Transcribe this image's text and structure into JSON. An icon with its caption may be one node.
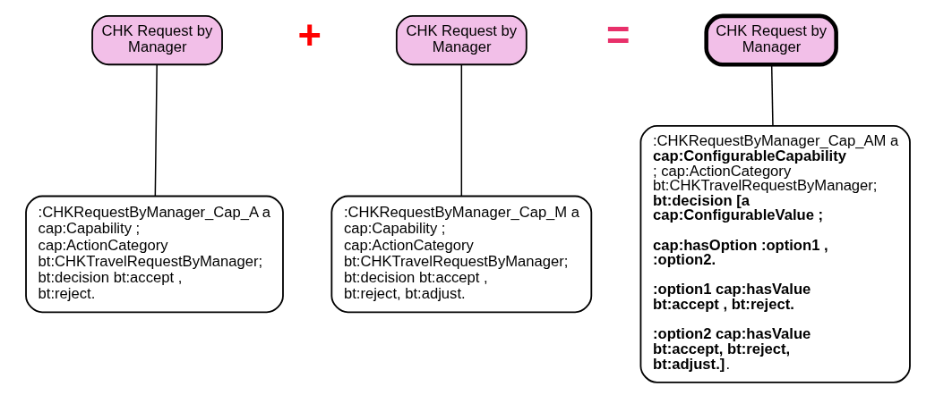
{
  "diagram": {
    "nodes": [
      {
        "text": [
          "CHK Request by Manager"
        ]
      },
      {
        "text": [
          ":CHKRequestByManager_Cap_A a cap:Capability ; cap:ActionCategory bt:CHKTravelRequestByManager; bt:decision bt:accept , bt:reject."
        ]
      },
      {
        "text": [
          "CHK Request by Manager"
        ]
      },
      {
        "text": [
          ":CHKRequestByManager_Cap_M a cap:Capability ; cap:ActionCategory bt:CHKTravelRequestByManager; bt:decision bt:accept , bt:reject, bt:adjust."
        ]
      },
      {
        "text": [
          "CHK Request by Manager"
        ]
      },
      {
        "text": [
          ":CHKRequestByManager_Cap_AM a **cap:ConfigurableCapability** ; cap:ActionCategory bt:CHKTravelRequestByManager; **bt:decision [a cap:ConfigurableValue ;**",
          "**cap:hasOption :option1 , :option2.**",
          "**:option1 cap:hasValue bt:accept , bt:reject.**",
          "**:option2 cap:hasValue bt:accept, bt:reject, bt:adjust.]**."
        ]
      }
    ],
    "edges": [
      {
        "from": 0,
        "to": 1,
        "arrow": "none"
      },
      {
        "from": 2,
        "to": 3,
        "arrow": "none"
      },
      {
        "from": 4,
        "to": 5,
        "arrow": "none"
      }
    ],
    "labels": [
      "+",
      "="
    ]
  }
}
